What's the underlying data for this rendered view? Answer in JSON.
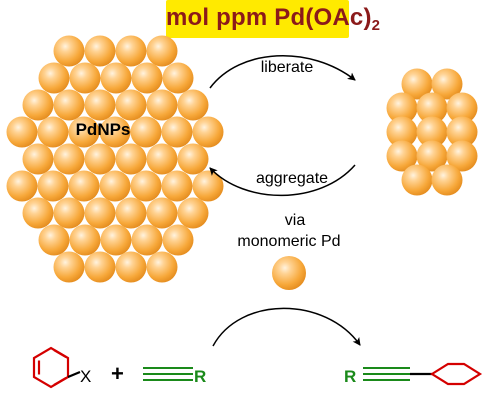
{
  "header": {
    "title_main": "mol ppm Pd(OAc)",
    "title_subscript": "2",
    "highlight_color": "#ffea00",
    "title_color": "#8b1a1a"
  },
  "cluster": {
    "label": "PdNPs",
    "sphere_color": "#f7a83a"
  },
  "cycle": {
    "top_label": "liberate",
    "bottom_label": "aggregate",
    "via_line1": "via",
    "via_line2": "monomeric Pd"
  },
  "reaction": {
    "aryl_substituent": "X",
    "plus": "+",
    "alkyne_group": "R",
    "product_group": "R",
    "aryl_color": "#d40000",
    "alkyne_color": "#1a8a1a"
  }
}
